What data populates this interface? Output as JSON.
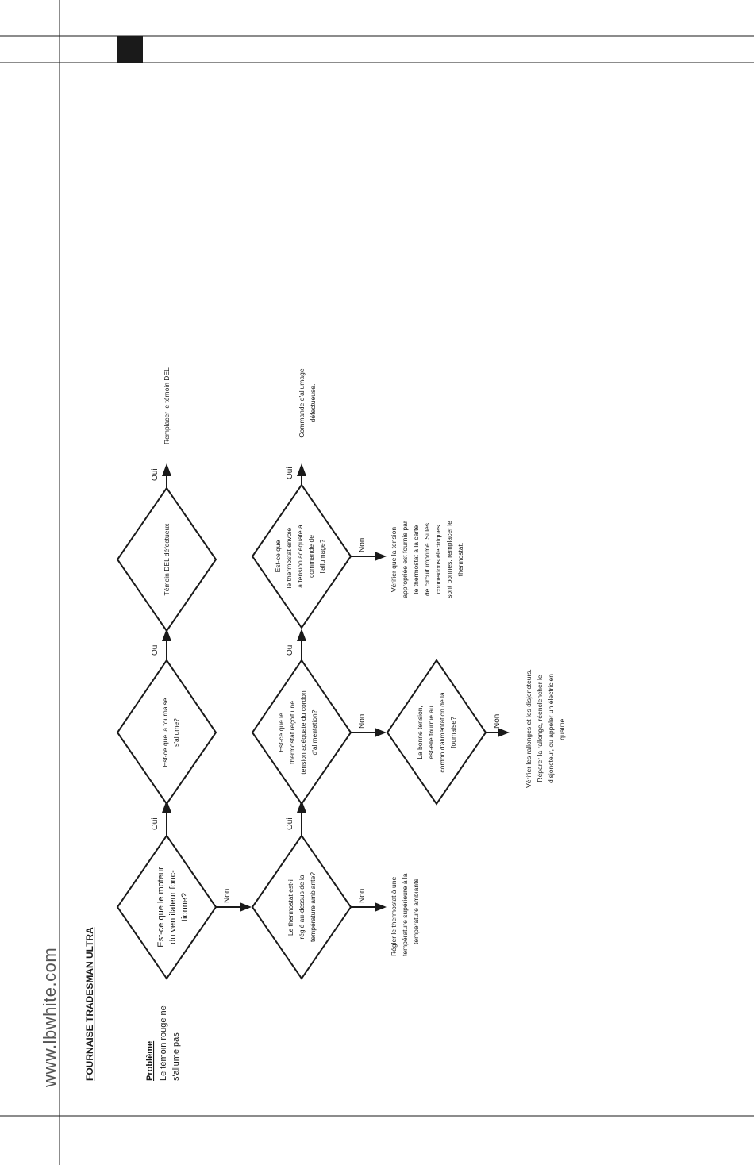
{
  "header": {
    "website": "www.lbwhite.com"
  },
  "title": "FOURNAISE TRADESMAN ULTRA",
  "problem": {
    "heading": "Problème",
    "lines": [
      "Le témoin rouge ne",
      "s'allume pas"
    ]
  },
  "labels": {
    "yes": "Oui",
    "no": "Non"
  },
  "decisions": [
    {
      "id": "fan",
      "lines": [
        "Est-ce que le moteur",
        "du ventilateur fonc-",
        "tionne?"
      ]
    },
    {
      "id": "furnace",
      "lines": [
        "Est-ce que la fournaise",
        "s'allume?"
      ]
    },
    {
      "id": "led",
      "lines": [
        "Témoin DEL défectueux"
      ]
    },
    {
      "id": "setpoint",
      "lines": [
        "Le thermostat est-il",
        "réglé au-dessus de la",
        "température ambiante?"
      ]
    },
    {
      "id": "tstat-voltage",
      "lines": [
        "Est-ce que le",
        "thermostat reçoit une",
        "tension adéquate du cordon",
        "d'alimentation?"
      ]
    },
    {
      "id": "ignition-voltage",
      "lines": [
        "Est-ce que",
        "le thermostat envoie l",
        "a tension adéquate à",
        "commande de",
        "l'allumage?"
      ]
    },
    {
      "id": "power-cord",
      "lines": [
        "La bonne tension,",
        "est-elle fournie au",
        "cordon d'alimentation de la",
        "fournaise?"
      ]
    }
  ],
  "actions": [
    {
      "id": "replace-led",
      "lines": [
        "Remplacer le témoin DEL"
      ]
    },
    {
      "id": "ignition-control",
      "lines": [
        "Commande d'allumage",
        "défectueuse."
      ]
    },
    {
      "id": "adjust-thermostat",
      "lines": [
        "Régler le thermostat à une",
        "température supérieure à la",
        "température ambiante"
      ]
    },
    {
      "id": "check-voltage",
      "lines": [
        "Vérifier que la tension",
        "appropriée est fournie par",
        "le thermostat à la carte",
        "de circuit imprimé. Si les",
        "connexions électriques",
        "sont bonnes, remplacer le",
        "thermostat."
      ]
    },
    {
      "id": "check-cords",
      "lines": [
        "Vérifier les rallonges et les disjoncteurs.",
        "Réparer la rallonge, réenclencher le",
        "disjoncteur, ou appeler un électricien",
        "qualifié."
      ]
    }
  ]
}
